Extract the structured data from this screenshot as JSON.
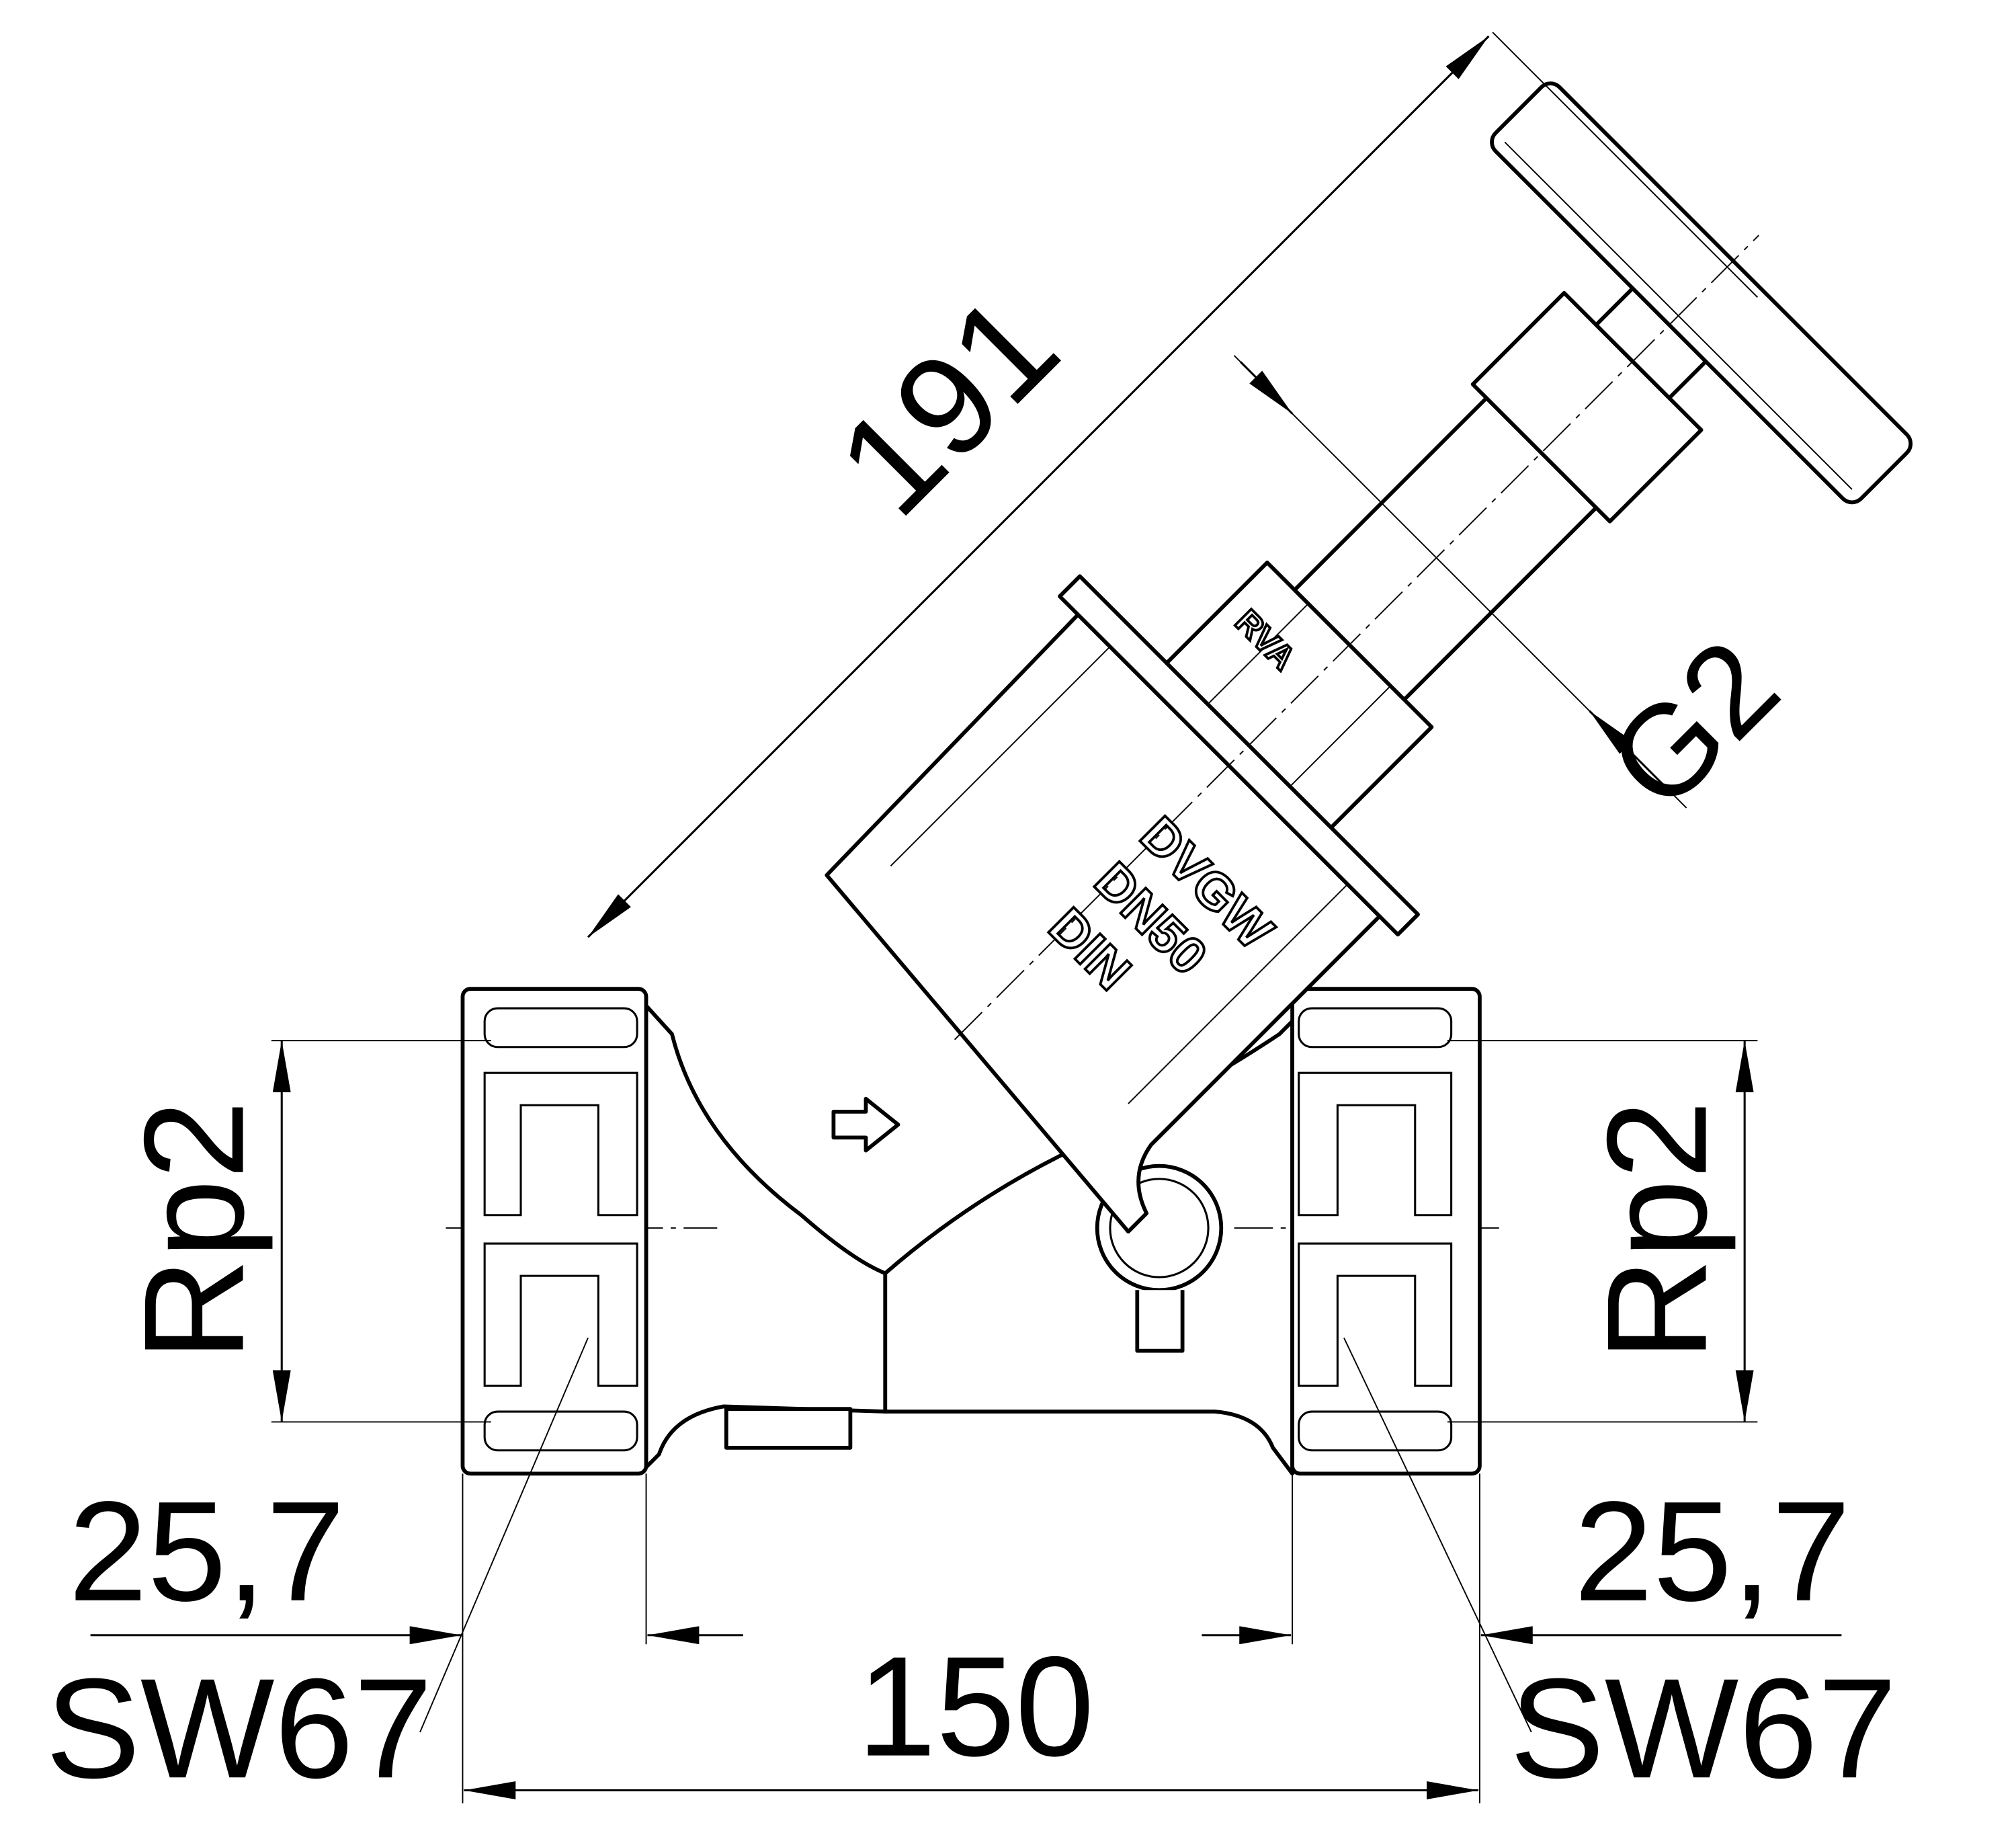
{
  "drawing": {
    "title": "Inclined seat valve dimension drawing",
    "dimensions": {
      "length_axis": "191",
      "stem_thread": "G2",
      "thread_left": "Rp2",
      "thread_right": "Rp2",
      "thread_depth_left": "25,7",
      "thread_depth_right": "25,7",
      "wrench_left": "SW67",
      "wrench_right": "SW67",
      "overall_length": "150"
    },
    "markings": {
      "maker": "RVA",
      "approval": "DVGW",
      "nominal_size": "DN50",
      "standard": "DIN"
    }
  }
}
